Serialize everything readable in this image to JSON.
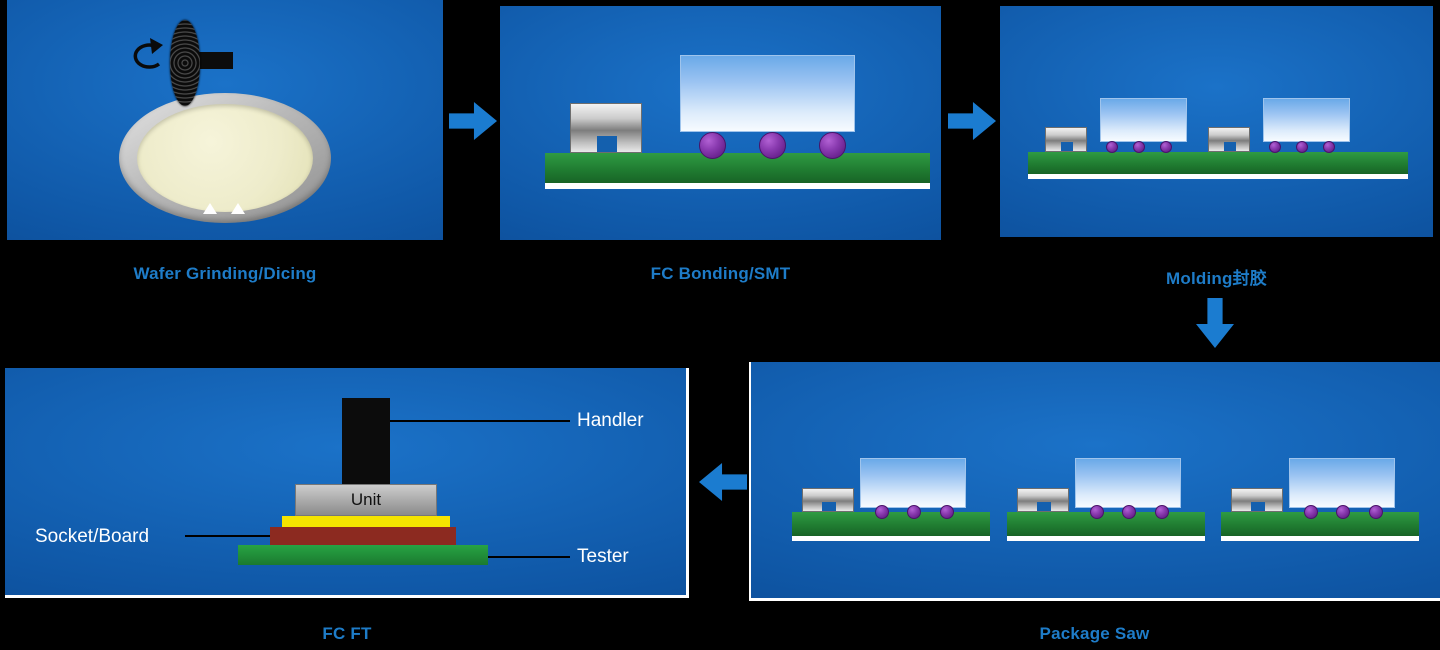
{
  "steps": [
    {
      "id": "wafer",
      "label": "Wafer Grinding/Dicing"
    },
    {
      "id": "bonding",
      "label": "FC Bonding/SMT"
    },
    {
      "id": "molding",
      "label": "Molding封胶"
    },
    {
      "id": "saw",
      "label": "Package Saw"
    },
    {
      "id": "ft",
      "label": "FC FT"
    }
  ],
  "ft_panel": {
    "handler_label": "Handler",
    "unit_label": "Unit",
    "socket_board_label": "Socket/Board",
    "tester_label": "Tester"
  },
  "icons": {
    "arrow_right": "block-arrow-right",
    "arrow_down": "block-arrow-down",
    "arrow_left": "block-arrow-left",
    "rotation_arrow": "counterclockwise-rotation-arrow",
    "grinding_wheel": "grinding-wheel-disc"
  },
  "colors": {
    "background": "#000000",
    "panel_blue_light": "#1b72c8",
    "panel_blue_dark": "#0a4186",
    "arrow_blue": "#1b7cd0",
    "label_text_blue": "#1e7cc8",
    "substrate_green": "#1f7a30",
    "solder_ball_purple": "#6b2390",
    "die_blue": "#6aa9e8",
    "wafer_cream": "#eeeccb",
    "clip_gray": "#bdbdbd",
    "socket_yellow": "#f5e400",
    "board_red": "#8c2a20",
    "tester_green": "#27a344",
    "annotation_white": "#ffffff",
    "panel_border_white": "#ffffff"
  }
}
